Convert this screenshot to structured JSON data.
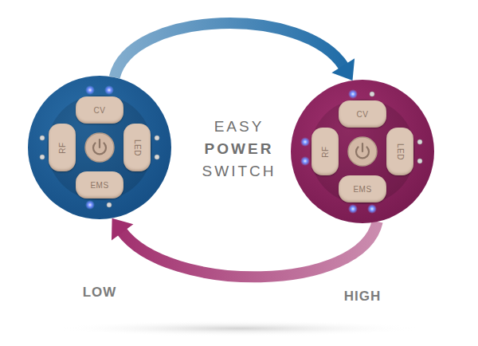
{
  "diagram": {
    "nodes": [
      {
        "text": [
          "LOW"
        ]
      },
      {
        "text": [
          "CV"
        ],
        "in": 0
      },
      {
        "text": [
          "RF"
        ],
        "in": 0
      },
      {
        "text": [
          "LED"
        ],
        "in": 0
      },
      {
        "text": [
          "EMS"
        ],
        "in": 0
      },
      {
        "text": [
          "HIGH"
        ]
      },
      {
        "text": [
          "CV"
        ],
        "in": 5
      },
      {
        "text": [
          "RF"
        ],
        "in": 5
      },
      {
        "text": [
          "LED"
        ],
        "in": 5
      },
      {
        "text": [
          "EMS"
        ],
        "in": 5
      }
    ],
    "edges": [
      {
        "from": 0,
        "to": 5,
        "arrow": "to"
      },
      {
        "from": 5,
        "to": 0,
        "arrow": "to"
      }
    ],
    "labels": [
      "EASY",
      "POWER",
      "SWITCH"
    ]
  }
}
